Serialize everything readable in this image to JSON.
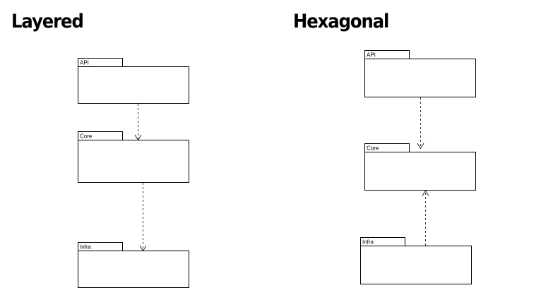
{
  "layered": {
    "title": "Layered",
    "packages": [
      {
        "name": "API"
      },
      {
        "name": "Core"
      },
      {
        "name": "Infra"
      }
    ],
    "dependencies": [
      {
        "from": "API",
        "to": "Core",
        "style": "dashed"
      },
      {
        "from": "Core",
        "to": "Infra",
        "style": "dashed"
      }
    ]
  },
  "hexagonal": {
    "title": "Hexagonal",
    "packages": [
      {
        "name": "API"
      },
      {
        "name": "Core"
      },
      {
        "name": "Infra"
      }
    ],
    "dependencies": [
      {
        "from": "API",
        "to": "Core",
        "style": "dashed"
      },
      {
        "from": "Infra",
        "to": "Core",
        "style": "dashed"
      }
    ]
  },
  "colors": {
    "stroke": "#000000",
    "background": "#ffffff"
  }
}
